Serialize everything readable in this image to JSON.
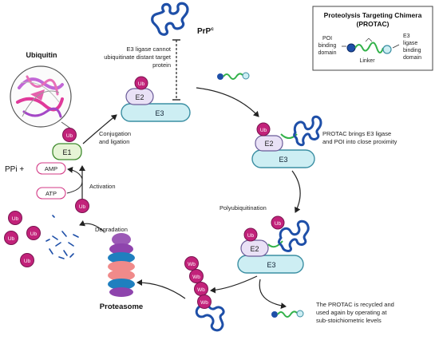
{
  "colors": {
    "ubiquitin": "#c2227a",
    "ubiquitin_stroke": "#7a1450",
    "e3_fill": "#cdeef3",
    "e3_stroke": "#3b8fa3",
    "e2_fill": "#e9e1f6",
    "e2_stroke": "#6b5c99",
    "e1_fill": "#e6f4d6",
    "e1_stroke": "#3f8a2e",
    "prion": "#1e4fa8",
    "linker": "#33b24a",
    "pink_box_stroke": "#d33a86",
    "proteasome_blue": "#1f7fbf",
    "proteasome_pink": "#f08a8a",
    "proteasome_purple": "#9b59b6",
    "arrow": "#222222"
  },
  "legend": {
    "title_line1": "Proteolysis Targeting Chimera",
    "title_line2": "(PROTAC)",
    "poi_line1": "POI",
    "poi_line2": "binding",
    "poi_line3": "domain",
    "linker": "Linker",
    "e3_line1": "E3",
    "e3_line2": "ligase",
    "e3_line3": "binding",
    "e3_line4": "domain"
  },
  "top": {
    "prp_label": "PrP",
    "prp_sup": "c",
    "note_line1": "E3 ligase cannot",
    "note_line2": "ubiquitinate distant target",
    "note_line3": "protein",
    "e3": "E3",
    "e2": "E2",
    "ub": "Ub"
  },
  "ubiquitin": {
    "title": "Ubiquitin"
  },
  "e1": {
    "label": "E1",
    "ub": "Ub"
  },
  "conjugation": {
    "line1": "Conjugation",
    "line2": "and ligation"
  },
  "activation": {
    "ppi": "PPi +",
    "amp": "AMP",
    "atp": "ATP",
    "label": "Activation",
    "ub": "Ub"
  },
  "proximity": {
    "line1": "PROTAC brings E3 ligase",
    "line2": "and POI into close proximity",
    "e3": "E3",
    "e2": "E2",
    "ub": "Ub"
  },
  "polyub": {
    "label": "Polyubiquitination",
    "e3": "E3",
    "e2": "E2",
    "ub1": "Ub",
    "ub2": "Ub"
  },
  "degradation": {
    "label": "Degradation",
    "ub1": "Ub",
    "ub2": "Ub",
    "ub3": "Ub",
    "ub4": "Ub"
  },
  "proteasome": {
    "label": "Proteasome"
  },
  "tagged": {
    "wb1": "Wb",
    "wb2": "Wb",
    "wb3": "Wb",
    "wb4": "Wb"
  },
  "recycle": {
    "line1": "The PROTAC is recycled and",
    "line2": "used again by operating at",
    "line3": "sub-stoichiometric levels"
  }
}
